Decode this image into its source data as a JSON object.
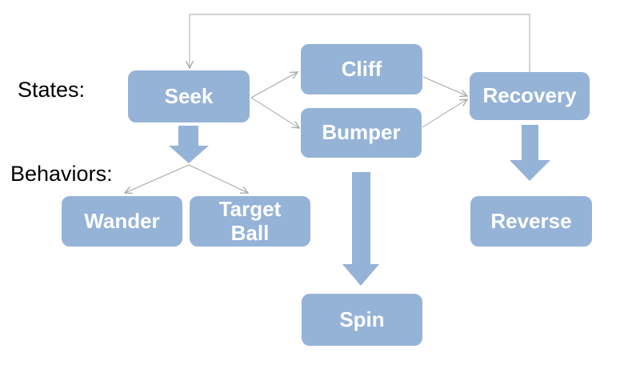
{
  "diagram": {
    "section_labels": {
      "states": "States:",
      "behaviors": "Behaviors:"
    },
    "nodes": {
      "seek": {
        "label": "Seek",
        "type": "state"
      },
      "cliff": {
        "label": "Cliff",
        "type": "state"
      },
      "bumper": {
        "label": "Bumper",
        "type": "state"
      },
      "recovery": {
        "label": "Recovery",
        "type": "state"
      },
      "wander": {
        "label": "Wander",
        "type": "behavior"
      },
      "target_ball": {
        "label": "Target Ball",
        "type": "behavior"
      },
      "reverse": {
        "label": "Reverse",
        "type": "behavior"
      },
      "spin": {
        "label": "Spin",
        "type": "behavior"
      }
    },
    "edges": {
      "thin_arrows": [
        {
          "from": "recovery",
          "to": "seek"
        },
        {
          "from": "seek",
          "to": "cliff"
        },
        {
          "from": "seek",
          "to": "bumper"
        },
        {
          "from": "cliff",
          "to": "recovery"
        },
        {
          "from": "bumper",
          "to": "recovery"
        },
        {
          "from": "seek",
          "to": "wander"
        },
        {
          "from": "seek",
          "to": "target_ball"
        }
      ],
      "block_arrows": [
        {
          "from": "seek",
          "to": "wander_target_ball_split"
        },
        {
          "from": "recovery",
          "to": "reverse"
        },
        {
          "from": "bumper",
          "to": "spin"
        }
      ]
    },
    "colors": {
      "node_fill": "#95B3D7",
      "node_text": "#FFFFFF",
      "block_arrow_fill": "#95B3D7",
      "thin_arrow_stroke": "#A6A6A6",
      "label_text": "#000000",
      "background": "#FFFFFF"
    }
  }
}
